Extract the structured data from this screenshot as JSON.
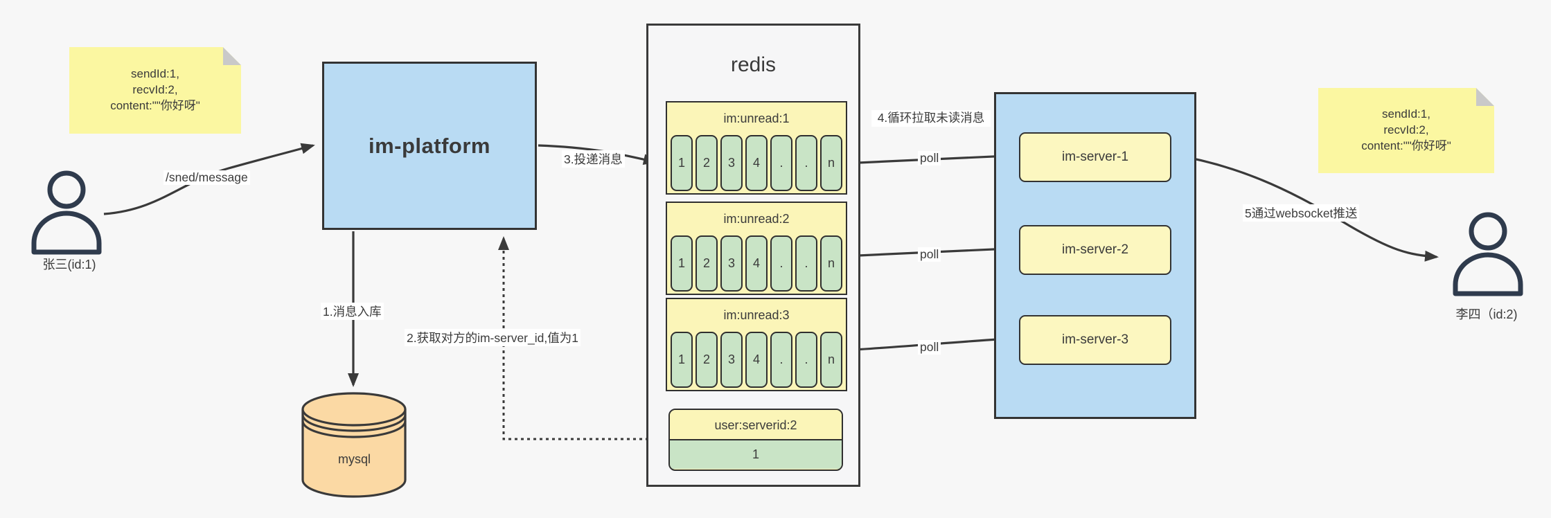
{
  "colors": {
    "background": "#f7f7f7",
    "note_yellow": "#fbf7a1",
    "note_fold_gray": "#c9c9c9",
    "box_blue": "#b9dbf3",
    "header_yellow": "#fbf5b8",
    "server_yellow": "#fcf7c0",
    "cell_green": "#c9e4c6",
    "mysql_tan": "#fbd9a4",
    "line_dark": "#3a3a3a"
  },
  "notes": {
    "left": {
      "lines": [
        "sendId:1,",
        "recvId:2,",
        "content:\"\"你好呀\""
      ]
    },
    "right": {
      "lines": [
        "sendId:1,",
        "recvId:2,",
        "content:\"\"你好呀\""
      ]
    }
  },
  "actors": {
    "sender": {
      "label": "张三(id:1)"
    },
    "receiver": {
      "label": "李四（id:2)"
    }
  },
  "platform": {
    "label": "im-platform"
  },
  "mysql": {
    "label": "mysql"
  },
  "redis": {
    "title": "redis",
    "queues": [
      {
        "header": "im:unread:1",
        "cells": [
          "1",
          "2",
          "3",
          "4",
          ".",
          ".",
          "n"
        ]
      },
      {
        "header": "im:unread:2",
        "cells": [
          "1",
          "2",
          "3",
          "4",
          ".",
          ".",
          "n"
        ]
      },
      {
        "header": "im:unread:3",
        "cells": [
          "1",
          "2",
          "3",
          "4",
          ".",
          ".",
          "n"
        ]
      }
    ],
    "kv": {
      "header": "user:serverid:2",
      "value": "1"
    }
  },
  "servers": {
    "items": [
      {
        "label": "im-server-1"
      },
      {
        "label": "im-server-2"
      },
      {
        "label": "im-server-3"
      }
    ]
  },
  "edges": {
    "send": "/sned/message",
    "store": "1.消息入库",
    "get_server_id": "2.获取对方的im-server_id,值为1",
    "deliver": "3.投递消息",
    "poll_loop": "4.循环拉取未读消息",
    "poll": "poll",
    "push": "5通过websocket推送"
  }
}
